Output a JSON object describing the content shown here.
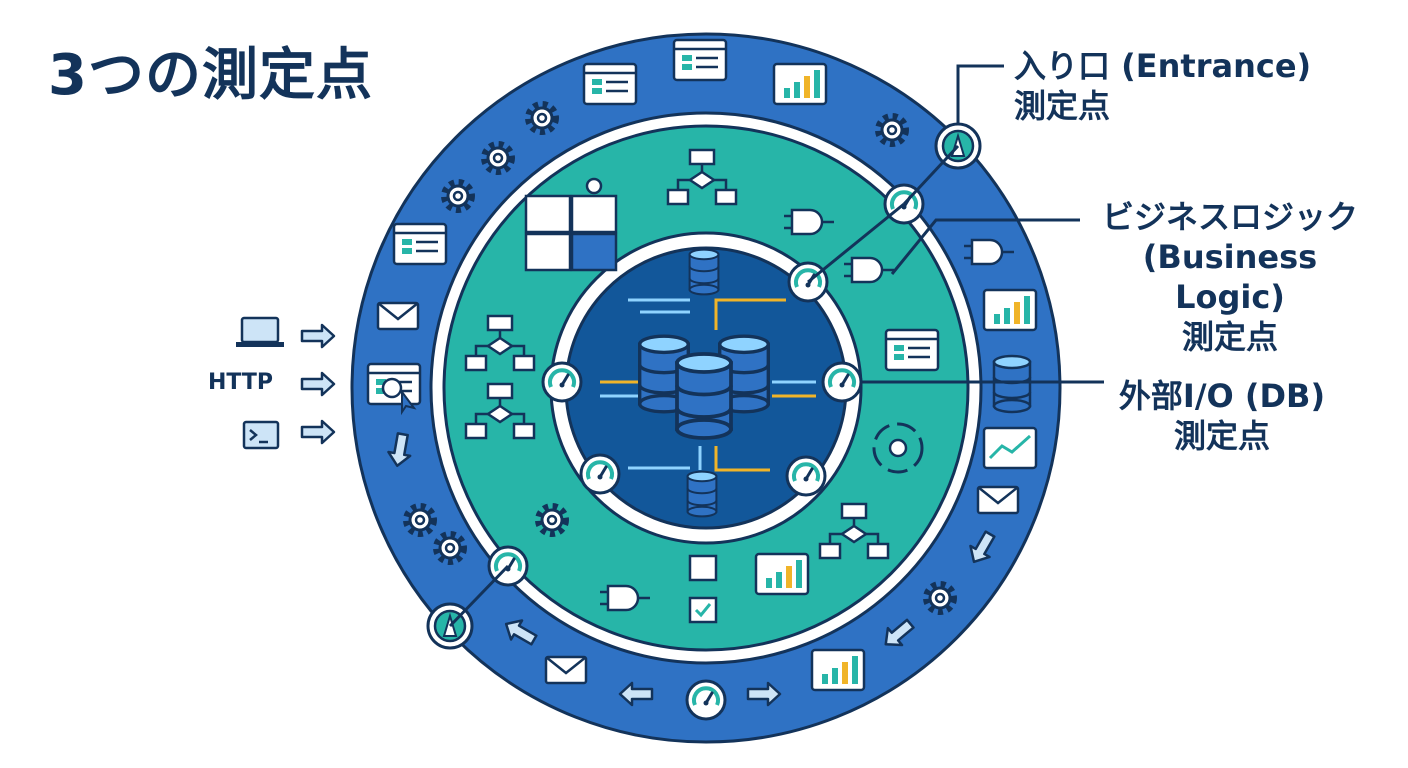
{
  "title": "3つの測定点",
  "callouts": {
    "entrance": {
      "line1": "入り口 (Entrance)",
      "line2": "測定点"
    },
    "business": {
      "line1": "ビジネスロジック",
      "line2": "(Business Logic)",
      "line3": "測定点"
    },
    "external": {
      "line1": "外部I/O (DB)",
      "line2": "測定点"
    }
  },
  "inputs": {
    "http_label": "HTTP"
  },
  "colors": {
    "outer_ring": "#2f72c4",
    "middle_ring": "#27b5a8",
    "inner_core": "#12579a",
    "text": "#13335a",
    "accent": "#f0b429",
    "line": "#13335a"
  },
  "icons": [
    "browser-window-icon",
    "gauge-icon",
    "bar-chart-icon",
    "gear-icon",
    "code-window-icon",
    "mail-icon",
    "database-icon",
    "puzzle-icon",
    "flowchart-icon",
    "logic-gate-icon",
    "terminal-icon",
    "laptop-code-icon",
    "globe-cursor-icon",
    "line-chart-icon",
    "checklist-icon"
  ]
}
